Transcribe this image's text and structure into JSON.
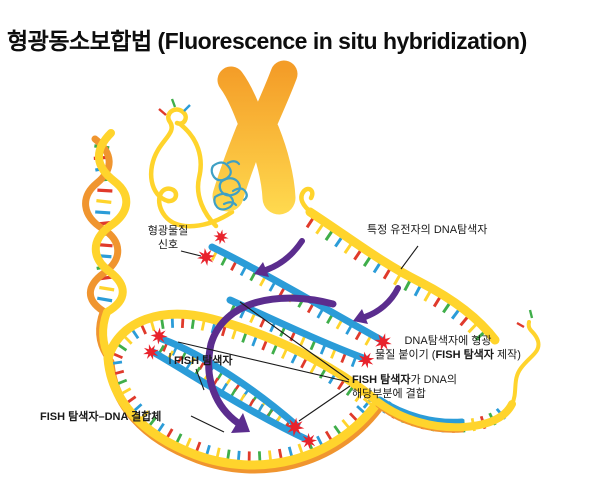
{
  "title": "형광동소보합법 (Fluorescence in situ hybridization)",
  "labels": {
    "fluor_signal_line1": "형광물질",
    "fluor_signal_line2": "신호",
    "gene_probe": "특정 유전자의 DNA탐색자",
    "attach_line1": "DNA탐색자에 형광",
    "attach_line2_pre": "물질 붙이기 (",
    "attach_line2_bold": "FISH 탐색자",
    "attach_line2_post": " 제작)",
    "bind_line1_bold": "FISH 탐색자",
    "bind_line1_rest": "가 DNA의",
    "bind_line2": "해당부분에 결합",
    "fish_probe": "FISH 탐색자",
    "complex": "FISH 탐색자–DNA 결합체"
  },
  "colors": {
    "dna_yellow": "#FFD42C",
    "dna_orange": "#F0952F",
    "probe_blue": "#2B9CD8",
    "arrow_purple": "#5B2D8E",
    "signal_star_red": "#E8232C",
    "base_red": "#E03A2B",
    "base_green": "#3FAE4A",
    "base_blue": "#2B9CD8",
    "base_yellow": "#FFD42C",
    "chromosome_orange": "#F49D28",
    "chromosome_yellow": "#FFD94E",
    "chromatin_teal": "#3FA0C4",
    "leader_line": "#1A1A1A",
    "text": "#1A1A1A"
  }
}
